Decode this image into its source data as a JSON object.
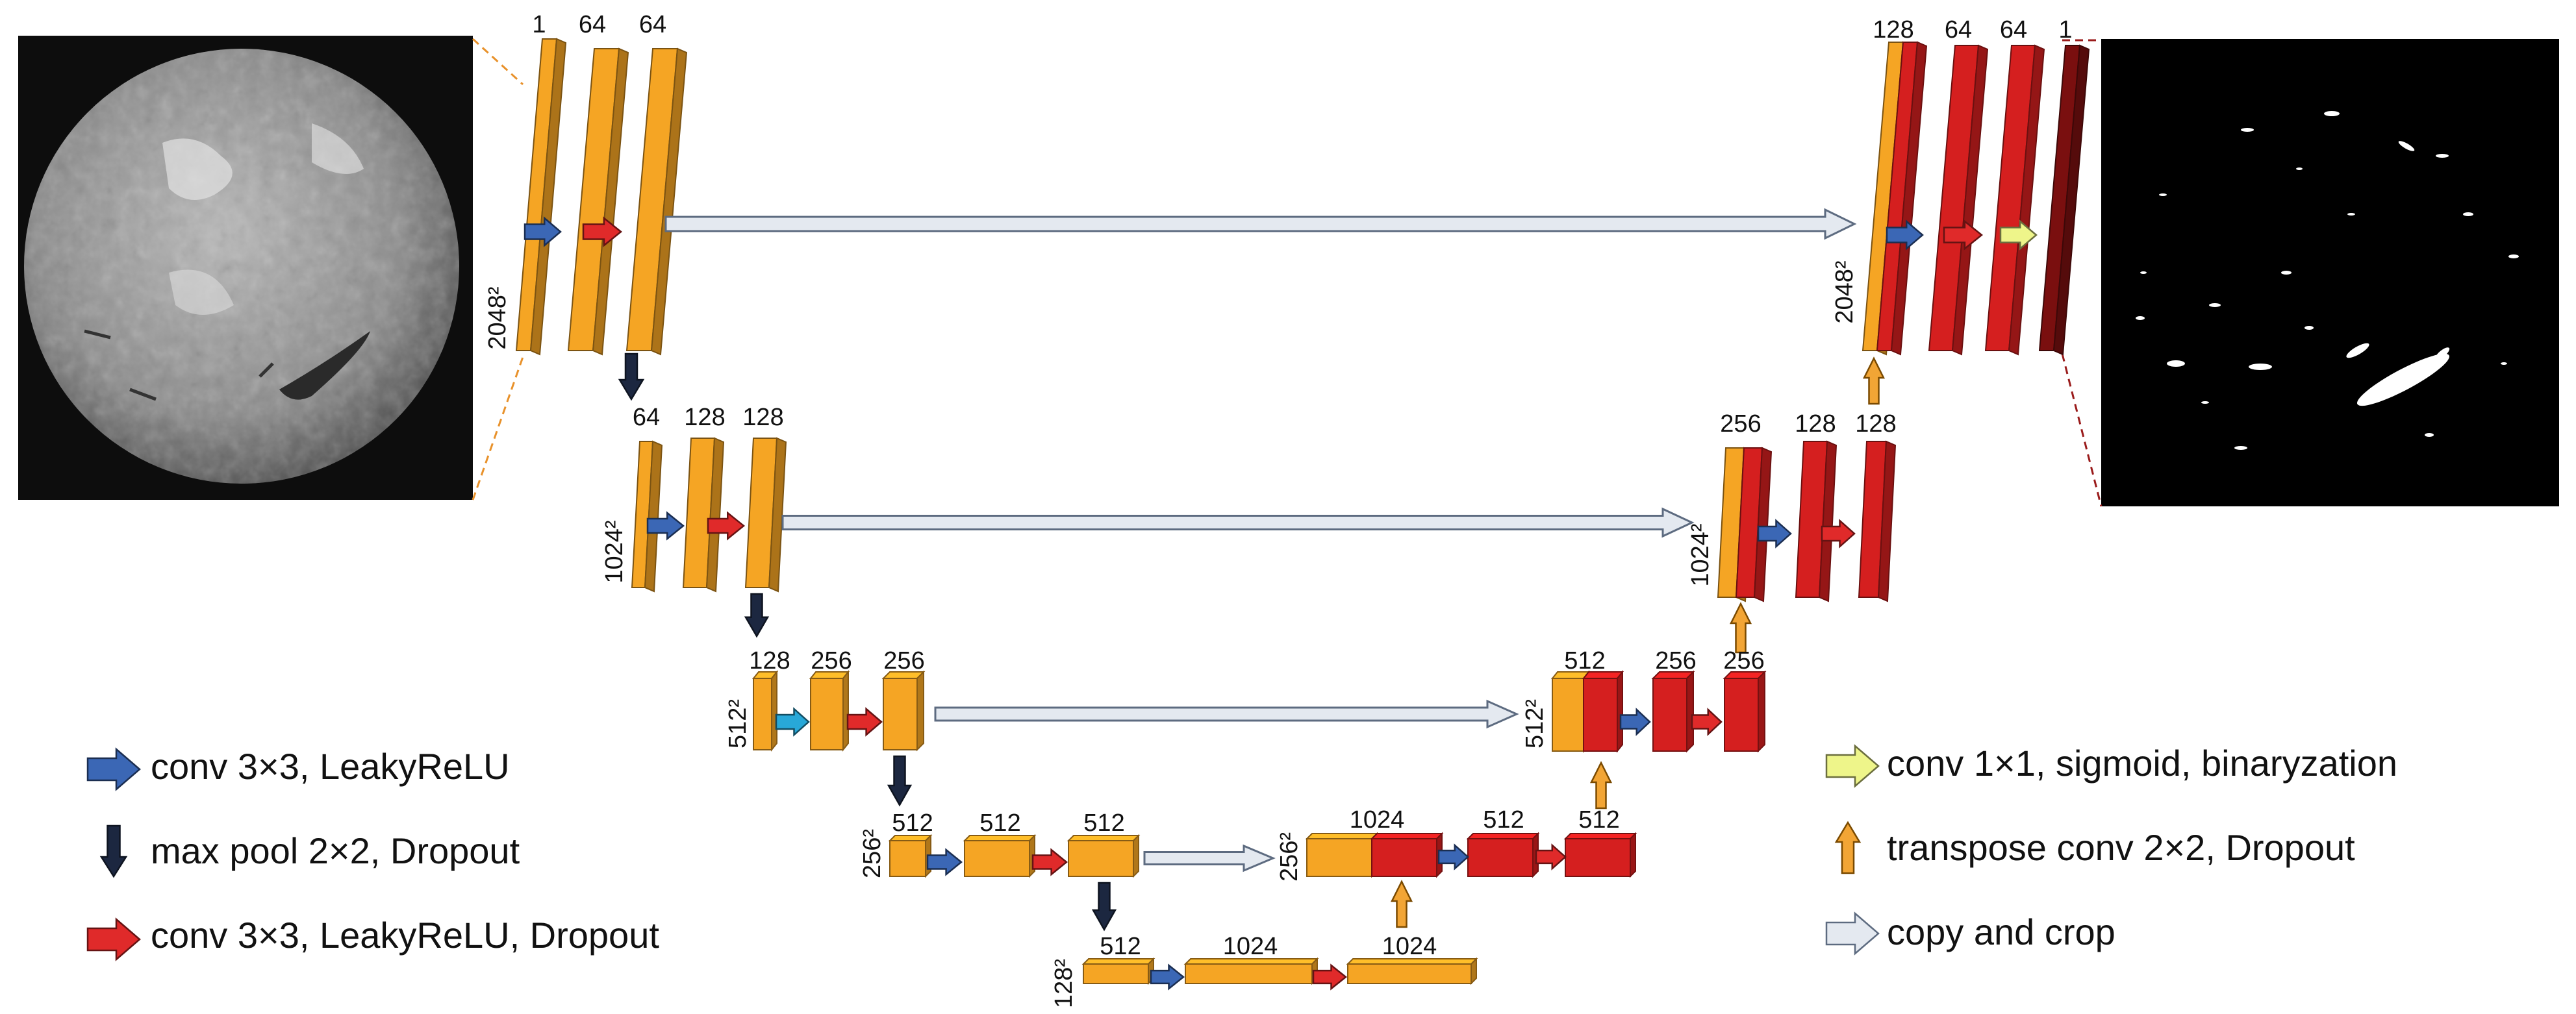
{
  "colors": {
    "orange": "#F5A524",
    "orange_dark": "#C9801A",
    "red": "#D51F1F",
    "red_dark": "#8E0E0E",
    "maroon": "#7A0F0F",
    "blue_arrow": "#3B67B5",
    "cyan_arrow": "#28A8D8",
    "red_arrow": "#E02A2A",
    "yellow_arrow": "#EEF58A",
    "navy_arrow": "#1C2740",
    "copy_arrow": "#E4E9F0",
    "transpose_arrow": "#F2A535"
  },
  "images": {
    "input": "solar-disk-image",
    "output": "binary-mask-image"
  },
  "encoder": {
    "level1": {
      "channels": [
        "1",
        "64",
        "64"
      ],
      "resolution": "2048²"
    },
    "level2": {
      "channels": [
        "64",
        "128",
        "128"
      ],
      "resolution": "1024²"
    },
    "level3": {
      "channels": [
        "128",
        "256",
        "256"
      ],
      "resolution": "512²"
    },
    "level4": {
      "channels": [
        "512",
        "512",
        "512"
      ],
      "resolution": "256²"
    }
  },
  "bottleneck": {
    "channels": [
      "512",
      "1024",
      "1024"
    ],
    "resolution": "128²"
  },
  "decoder": {
    "level4": {
      "channels": [
        "1024",
        "512",
        "512"
      ],
      "resolution": "256²"
    },
    "level3": {
      "channels": [
        "512",
        "256",
        "256"
      ],
      "resolution": "512²"
    },
    "level2": {
      "channels": [
        "256",
        "128",
        "128"
      ],
      "resolution": "1024²"
    },
    "level1": {
      "channels": [
        "128",
        "64",
        "64",
        "1"
      ],
      "resolution": "2048²"
    }
  },
  "legend": {
    "conv": "conv 3×3, LeakyReLU",
    "maxpool": "max pool 2×2, Dropout",
    "conv_dropout": "conv 3×3, LeakyReLU, Dropout",
    "conv1x1": "conv 1×1, sigmoid, binaryzation",
    "transpose": "transpose conv 2×2, Dropout",
    "copy": "copy and crop"
  }
}
